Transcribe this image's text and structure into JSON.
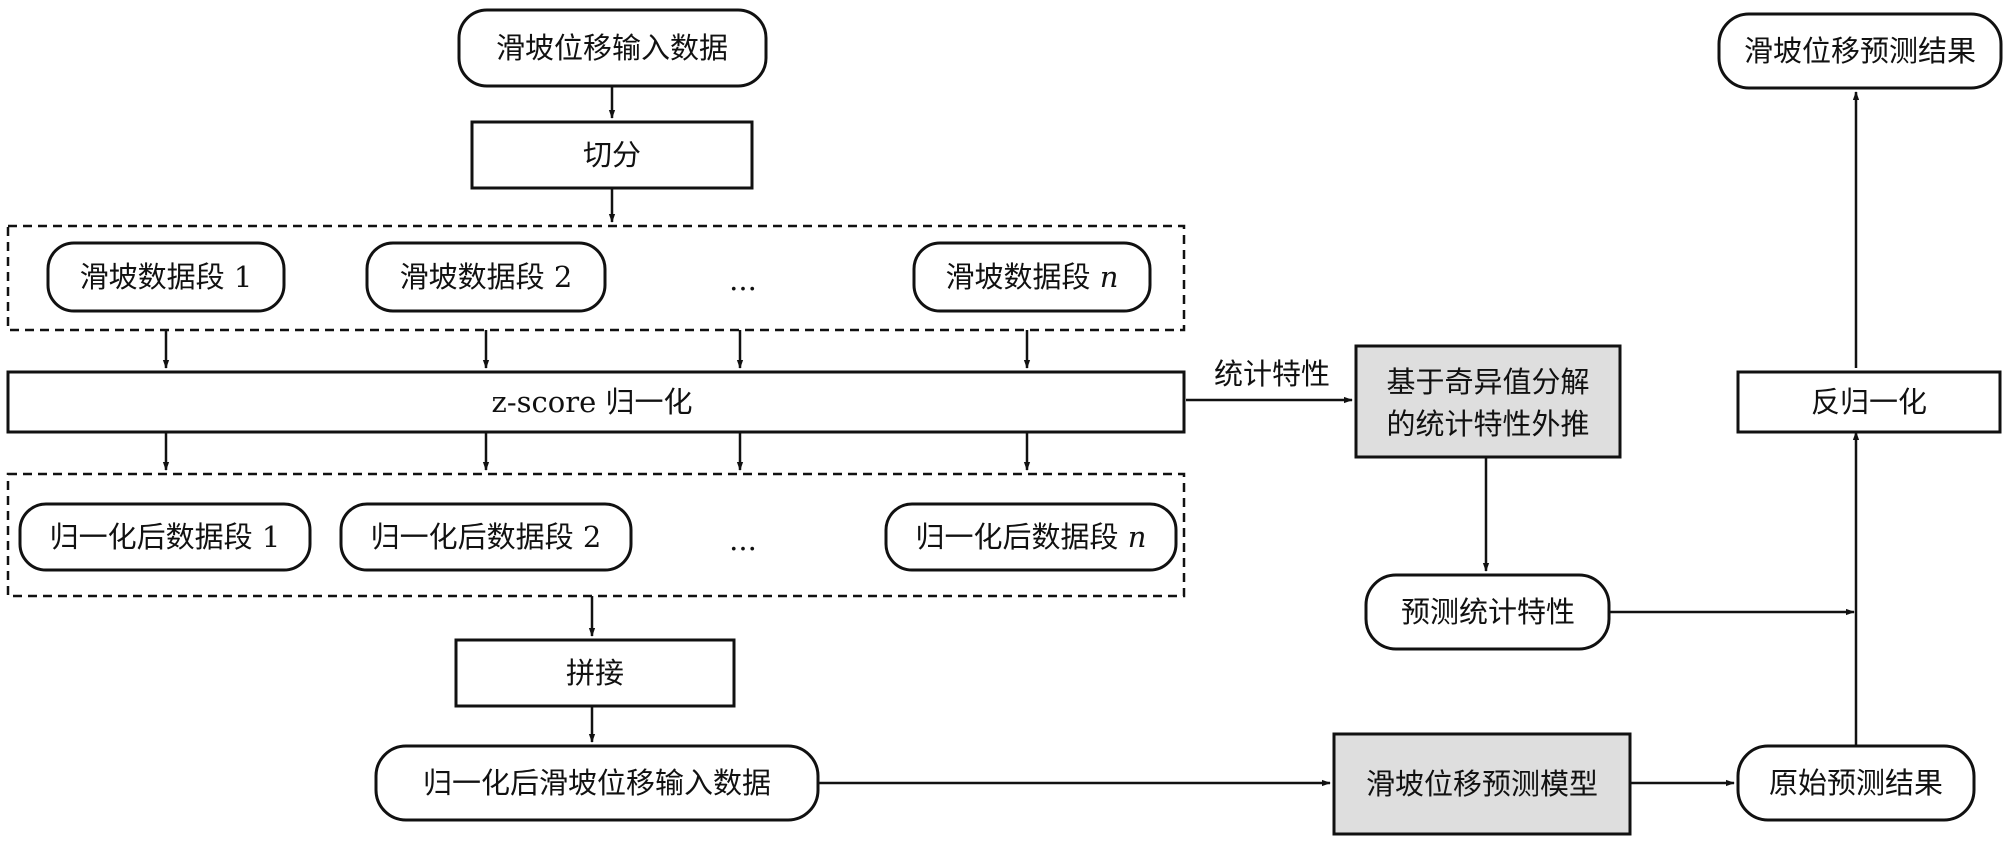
{
  "nodes": {
    "input_data": "滑坡位移输入数据",
    "split": "切分",
    "seg_1": "滑坡数据段 1",
    "seg_2": "滑坡数据段 2",
    "seg_ellipsis": "...",
    "seg_n_prefix": "滑坡数据段 ",
    "seg_n_var": "n",
    "zscore": "z-score 归一化",
    "norm_seg_1": "归一化后数据段 1",
    "norm_seg_2": "归一化后数据段 2",
    "norm_seg_ellipsis": "...",
    "norm_seg_n_prefix": "归一化后数据段 ",
    "norm_seg_n_var": "n",
    "concat": "拼接",
    "norm_input": "归一化后滑坡位移输入数据",
    "svd_line1": "基于奇异值分解",
    "svd_line2": "的统计特性外推",
    "stat_label": "统计特性",
    "pred_stats": "预测统计特性",
    "pred_model": "滑坡位移预测模型",
    "raw_result": "原始预测结果",
    "denorm": "反归一化",
    "final_result": "滑坡位移预测结果"
  },
  "colors": {
    "stroke": "#111111",
    "highlight_fill": "#dedede",
    "background": "#ffffff"
  }
}
